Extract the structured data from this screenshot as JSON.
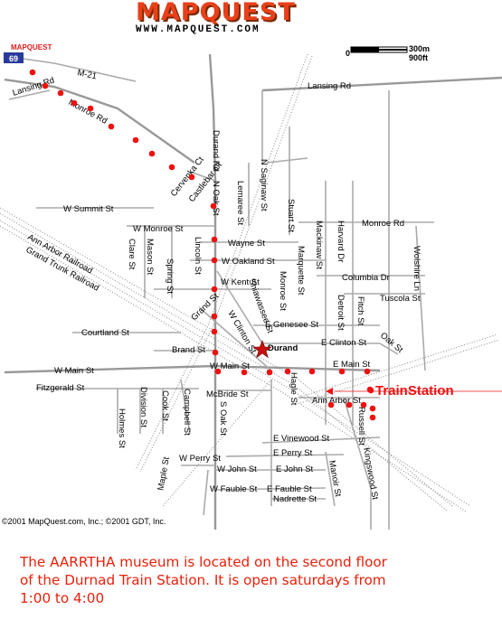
{
  "header": {
    "logo_text": "MAPQUEST",
    "url_text": "WWW.MAPQUEST.COM",
    "mapquest_badge": "MAPQUEST",
    "highway_shield": "69"
  },
  "scale": {
    "metric": "300m",
    "imperial": "900ft",
    "zero": "0"
  },
  "colors": {
    "route": "#ee1111",
    "note_text": "#e8200a",
    "roads": "#aaaaaa",
    "map_bg": "#ffffff"
  },
  "streets": {
    "m21": "M-21",
    "lansing_rd_w": "Lansing Rd",
    "lansing_rd_e": "Lansing Rd",
    "monroe_rd_nw": "Monroe Rd",
    "cervenka_ct": "Cervenka Ct",
    "castlebar_ct": "Castlebar Ct",
    "durand_rd": "Durand Rd",
    "n_oak_st": "N Oak St",
    "lemaree_st": "Lemaree St",
    "n_saginaw_st": "N Saginaw St",
    "stuart_st": "Stuart St",
    "w_summit_st": "W Summit St",
    "w_monroe_st": "W Monroe St",
    "monroe_rd": "Monroe Rd",
    "mackinaw_st": "Mackinaw St",
    "harvard_dr": "Harvard Dr",
    "clare_st": "Clare St",
    "mason_st": "Mason St",
    "spring_st": "Spring St",
    "lincoln_st": "Lincoln St",
    "wayne_st": "Wayne St",
    "marquette_st": "Marquette St",
    "ann_arbor_railroad": "Ann Arbor Railroad",
    "grand_trunk_railroad": "Grand Trunk Railroad",
    "w_oakland_st": "W Oakland St",
    "columbia_dr": "Columbia Dr",
    "wolshire_ln": "Wolshire Ln",
    "w_kent_st": "W Kent St",
    "monroe_st": "Monroe St",
    "tuscola_st": "Tuscola St",
    "detroit_st": "Detroit St",
    "fitch_st": "Fitch St",
    "grand_st": "Grand St",
    "shiawassee_st": "Shiawassee St",
    "e_genesee_st": "E Genesee St",
    "courtland_st": "Courtland St",
    "w_clinton_st": "W Clinton St",
    "e_clinton_st": "E Clinton St",
    "oak_st": "Oak St",
    "brand_st": "Brand St",
    "durand": "Durand",
    "w_main_st_w": "W Main St",
    "w_main_st": "W Main St",
    "e_main_st": "E Main St",
    "fitzgerald_st": "Fitzgerald St",
    "mcbride_st": "McBride St",
    "hagle_st": "Hagle St",
    "ann_arbor_st": "Ann Arbor St",
    "russell_st": "Russell St",
    "dodson_st": "Division St",
    "cook_st": "Cook St",
    "campbell_st": "Campbell St",
    "holmes_st": "Holmes St",
    "s_oak_st": "S Oak St",
    "e_vinewood_st": "E Vinewood St",
    "e_perry_st": "E Perry St",
    "w_perry_st": "W Perry St",
    "w_john_st": "W John St",
    "e_john_st": "E John St",
    "manoir_st": "Manoir St",
    "kingswood_st": "Kingswood St",
    "maple_st": "Maple St",
    "w_fauble_st": "W Fauble St",
    "e_fauble_st": "E Fauble St",
    "nadrette_st": "Nadrette St"
  },
  "annotation": {
    "train_station": "TrainStation"
  },
  "copyright": "©2001 MapQuest.com, Inc.; ©2001 GDT, Inc.",
  "note": "The AARRTHA museum is located on the second floor\nof the Durnad Train Station. It is open saturdays from\n1:00 to 4:00"
}
